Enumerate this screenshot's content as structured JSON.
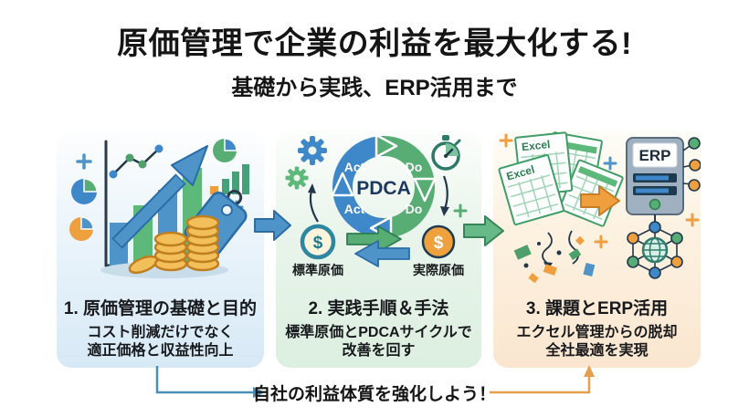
{
  "header": {
    "title": "原価管理で企業の利益を最大化する!",
    "subtitle": "基礎から実践、ERP活用まで"
  },
  "steps": [
    {
      "title": "1. 原価管理の基礎と目的",
      "desc": [
        "コスト削減だけでなく",
        "適正価格と収益性向上"
      ],
      "theme_color": "#d7e9f6",
      "icons": [
        "bar-chart-icon",
        "growth-arrow-icon",
        "trend-line-icon",
        "pie-chart-icon",
        "mini-bar-chart-icon",
        "coin-stack-icon",
        "price-tag-icon",
        "plus-icon"
      ],
      "labels": {
        "currency": "$"
      }
    },
    {
      "title": "2. 実践手順＆手法",
      "desc": [
        "標準原価とPDCAサイクルで",
        "改善を回す"
      ],
      "theme_color": "#dcefe0",
      "icons": [
        "gear-icon",
        "pdca-cycle-icon",
        "stopwatch-icon",
        "standard-cost-coin-icon",
        "actual-cost-coin-icon",
        "exchange-arrows-icon",
        "plus-icon"
      ],
      "labels": {
        "pdca": "PDCA",
        "act": "Act",
        "do": "Do",
        "standard_cost": "標準原価",
        "actual_cost": "実際原価",
        "currency": "$"
      }
    },
    {
      "title": "3. 課題とERP活用",
      "desc": [
        "エクセル管理からの脱却",
        "全社最適を実現"
      ],
      "theme_color": "#fae6cf",
      "icons": [
        "excel-sheets-icon",
        "scatter-fragments-icon",
        "transition-arrow-icon",
        "erp-server-icon",
        "network-globe-icon",
        "plus-icon"
      ],
      "labels": {
        "excel": "Excel",
        "erp": "ERP"
      }
    }
  ],
  "footer": {
    "message": "自社の利益体質を強化しよう！"
  },
  "colors": {
    "blue": "#4e94c9",
    "blue_dark": "#2e6da4",
    "green": "#5cb97a",
    "green_dark": "#38855c",
    "orange": "#ef9f3e",
    "orange_dark": "#c77d20",
    "teal": "#2c7a68",
    "navy": "#1d3a4e",
    "panel1_bg": "#d7e9f6",
    "panel2_bg": "#dcefe0",
    "panel3_bg": "#fae6cf",
    "connector_blue": "#4a8fb8",
    "connector_orange": "#e5a04d",
    "coin_gold": "#f3bf5b"
  }
}
